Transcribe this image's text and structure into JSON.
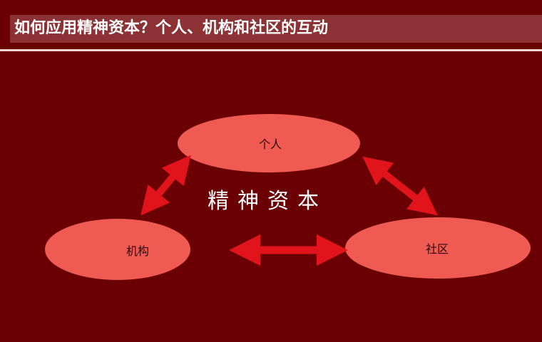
{
  "title": "如何应用精神资本？个人、机构和社区的互动",
  "center_label": "精神资本",
  "nodes": {
    "individual": "个人",
    "institution": "机构",
    "community": "社区"
  },
  "colors": {
    "background": "#6b0004",
    "node_fill": "#ef5a52",
    "arrow": "#e0141a"
  }
}
